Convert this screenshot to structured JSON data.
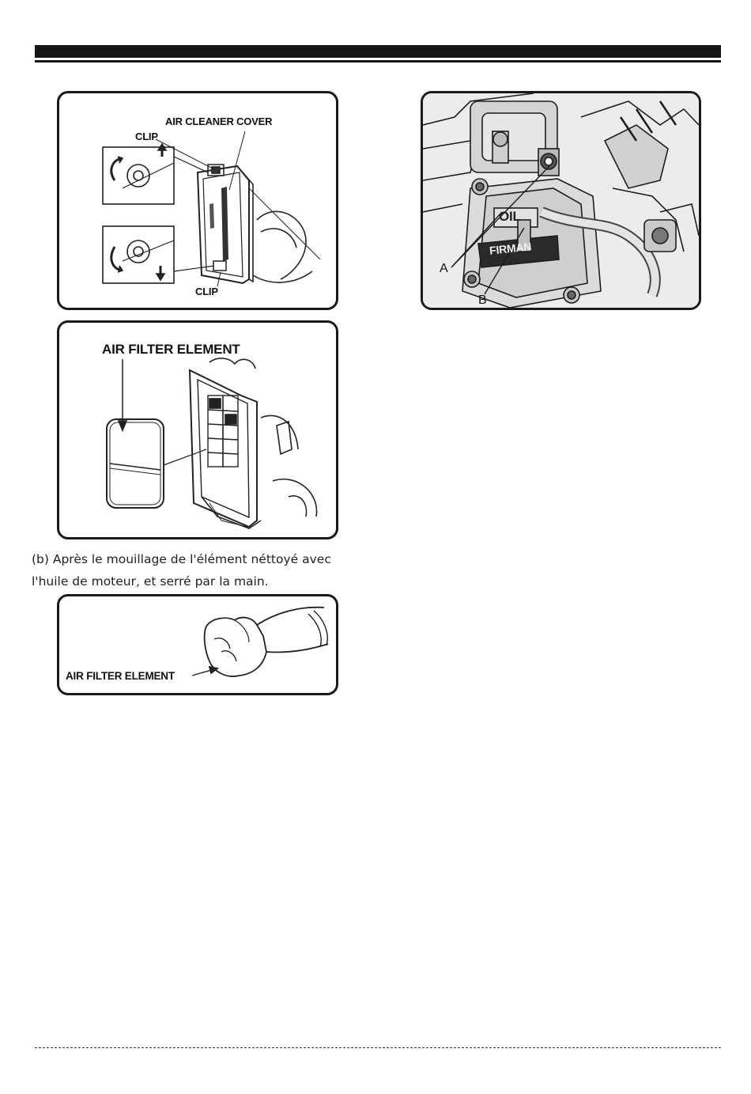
{
  "figures": {
    "air_cleaner_cover": {
      "cover_label": "AIR CLEANER COVER",
      "clip_top_label": "CLIP",
      "clip_bottom_label": "CLIP"
    },
    "air_filter_element": {
      "element_label": "AIR FILTER ELEMENT"
    },
    "oil_engine": {
      "ref_a": "A",
      "ref_b": "B",
      "oil_text": "OIL",
      "brand_text": "FIRMAN"
    },
    "hand_squeeze": {
      "element_label": "AIR FILTER ELEMENT"
    }
  },
  "caption": {
    "line1": "(b) Après le mouillage de l'élément néttoyé avec",
    "line2": "l'huile de moteur, et serré par la main."
  }
}
